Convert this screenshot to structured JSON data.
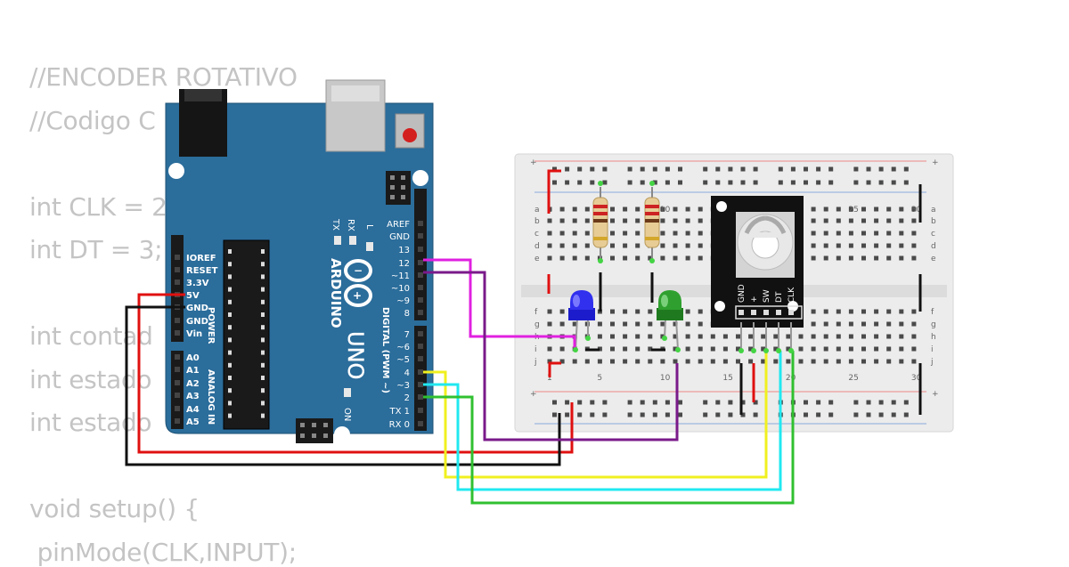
{
  "code_lines": [
    "//ENCODER ROTATIVO",
    "//Codigo C      YouTube Channel",
    "",
    "int CLK = 2",
    "int DT = 3;",
    "",
    "int contad",
    "int estado",
    "int estado",
    "",
    "void setup() {",
    " pinMode(CLK,INPUT);"
  ],
  "arduino": {
    "brand": "ARDUINO",
    "model": "UNO",
    "logo": "arduino-infinity-logo",
    "power_header": [
      "IOREF",
      "RESET",
      "3.3V",
      "5V",
      "GND",
      "GND",
      "Vin"
    ],
    "power_title": "POWER",
    "analog_header": [
      "A0",
      "A1",
      "A2",
      "A3",
      "A4",
      "A5"
    ],
    "analog_title": "ANALOG IN",
    "digital_top": [
      "AREF",
      "GND",
      "13",
      "12",
      "~11",
      "~10",
      "~9",
      "8"
    ],
    "digital_bottom": [
      "7",
      "~6",
      "~5",
      "4",
      "~3",
      "2",
      "TX 1",
      "RX 0"
    ],
    "digital_title": "DIGITAL (PWM ~)",
    "led_labels": [
      "TX",
      "RX",
      "L",
      "ON"
    ]
  },
  "breadboard": {
    "row_letters_top": [
      "a",
      "b",
      "c",
      "d",
      "e"
    ],
    "row_letters_bottom": [
      "f",
      "g",
      "h",
      "i",
      "j"
    ],
    "column_numbers_top": [
      "1",
      "10",
      "25",
      "30"
    ],
    "column_numbers_bottom": [
      "1",
      "5",
      "10",
      "15",
      "20",
      "25",
      "30"
    ],
    "rail_plus": "+",
    "rail_minus": "-"
  },
  "encoder": {
    "pins": [
      "GND",
      "+",
      "SW",
      "DT",
      "CLK"
    ]
  },
  "leds": [
    {
      "name": "blue-led",
      "color": "#2a2ae0"
    },
    {
      "name": "green-led",
      "color": "#2a9a2a"
    }
  ],
  "wire_colors": {
    "red": "#e01010",
    "black": "#111111",
    "magenta": "#e020e0",
    "purple": "#7a1a8a",
    "yellow": "#f0f020",
    "cyan": "#20e8f0",
    "green": "#30c030"
  }
}
